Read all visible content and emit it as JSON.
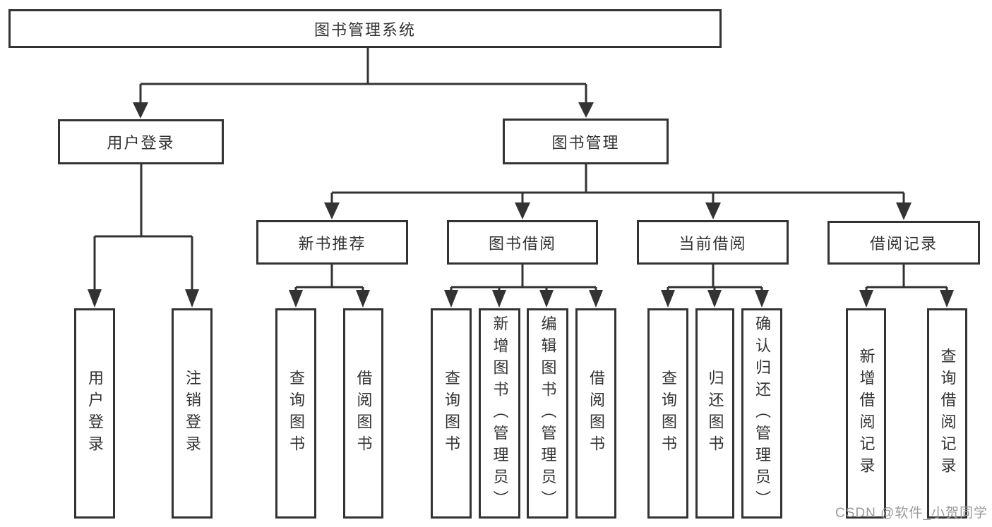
{
  "diagram_title": "图书管理系统",
  "colors": {
    "line": "#333333",
    "text": "#333333",
    "box_background": "#ffffff",
    "page_background": "#ffffff",
    "watermark_text": "#9a9a9a"
  },
  "nodes": {
    "root": "图书管理系统",
    "user_login": "用户登录",
    "book_mgmt": "图书管理",
    "new_book_rec": "新书推荐",
    "book_borrow": "图书借阅",
    "current_borrow": "当前借阅",
    "borrow_record": "借阅记录",
    "leaf_user_login": "用户登录",
    "leaf_logout": "注销登录",
    "leaf_nbr_query_book": "查询图书",
    "leaf_nbr_borrow_book": "借阅图书",
    "leaf_bb_query_book": "查询图书",
    "leaf_bb_add_book": "新增图书（管理员）",
    "leaf_bb_edit_book": "编辑图书（管理员）",
    "leaf_bb_borrow_book": "借阅图书",
    "leaf_cb_query_book": "查询图书",
    "leaf_cb_return_book": "归还图书",
    "leaf_cb_confirm_return": "确认归还（管理员）",
    "leaf_br_add_record": "新增借阅记录",
    "leaf_br_query_record": "查询借阅记录"
  },
  "watermark": "CSDN @软件_小贺同学"
}
